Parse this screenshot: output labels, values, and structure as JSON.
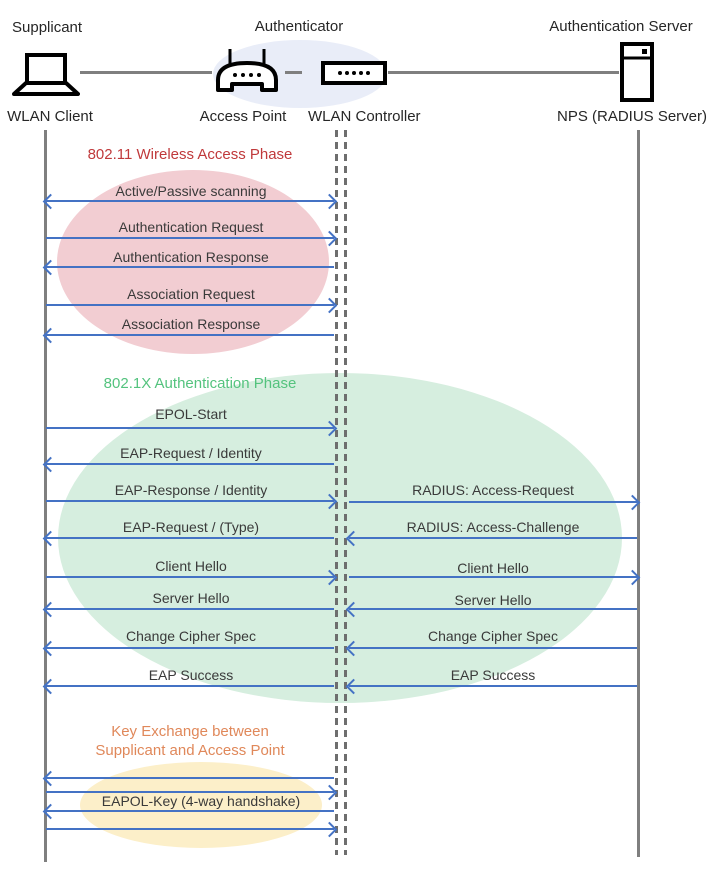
{
  "header": {
    "roles": [
      {
        "label": "Supplicant"
      },
      {
        "label": "Authenticator"
      },
      {
        "label": "Authentication Server"
      }
    ],
    "devices": [
      {
        "label": "WLAN Client",
        "icon": "laptop-icon"
      },
      {
        "label": "Access Point",
        "icon": "access-point-icon"
      },
      {
        "label": "WLAN Controller",
        "icon": "wlan-controller-icon"
      },
      {
        "label": "NPS (RADIUS Server)",
        "icon": "server-icon"
      }
    ]
  },
  "phases": [
    {
      "title": "802.11 Wireless Access Phase",
      "title_color": "#c0393b",
      "fill": "#f2cdd2"
    },
    {
      "title": "802.1X Authentication Phase",
      "title_color": "#54c37e",
      "fill": "#d6eedf"
    },
    {
      "title_line1": "Key Exchange between",
      "title_line2": "Supplicant and Access Point",
      "title_color": "#e0885a",
      "fill": "#fcefc9"
    }
  ],
  "messages": {
    "client_ap": [
      {
        "label": "Active/Passive scanning",
        "direction": "both"
      },
      {
        "label": "Authentication Request",
        "direction": "right"
      },
      {
        "label": "Authentication Response",
        "direction": "left"
      },
      {
        "label": "Association Request",
        "direction": "right"
      },
      {
        "label": "Association Response",
        "direction": "left"
      },
      {
        "label": "EPOL-Start",
        "direction": "right"
      },
      {
        "label": "EAP-Request / Identity",
        "direction": "left"
      },
      {
        "label": "EAP-Response / Identity",
        "direction": "right"
      },
      {
        "label": "EAP-Request / (Type)",
        "direction": "left"
      },
      {
        "label": "Client Hello",
        "direction": "right"
      },
      {
        "label": "Server Hello",
        "direction": "left"
      },
      {
        "label": "Change Cipher Spec",
        "direction": "left"
      },
      {
        "label": "EAP Success",
        "direction": "left"
      }
    ],
    "controller_nps": [
      {
        "label": "RADIUS: Access-Request",
        "direction": "right"
      },
      {
        "label": "RADIUS: Access-Challenge",
        "direction": "left"
      },
      {
        "label": "Client Hello",
        "direction": "right"
      },
      {
        "label": "Server Hello",
        "direction": "left"
      },
      {
        "label": "Change Cipher Spec",
        "direction": "left"
      },
      {
        "label": "EAP Success",
        "direction": "left"
      }
    ],
    "key_exchange": {
      "label": "EAPOL-Key (4-way handshake)",
      "arrow_directions": [
        "left",
        "right",
        "left",
        "right"
      ]
    }
  },
  "colors": {
    "arrow": "#4472c4",
    "lifeline": "#7f7f7f",
    "dashed_lifeline": "#6e6e6e",
    "authenticator_highlight": "#e9edf8"
  }
}
